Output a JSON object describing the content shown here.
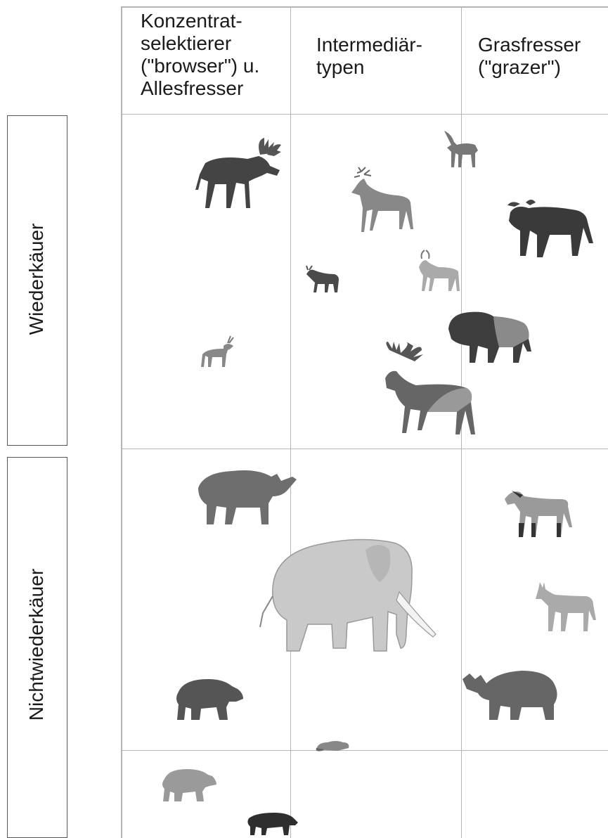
{
  "columns": [
    {
      "label_lines": [
        "Konzentrat-",
        "selektierer",
        "(\"browser\") u.",
        "Allesfresser"
      ]
    },
    {
      "label_lines": [
        "Intermediär-",
        "typen"
      ]
    },
    {
      "label_lines": [
        "Grasfresser",
        "(\"grazer\")"
      ]
    }
  ],
  "rows": [
    {
      "label": "Wiederkäuer"
    },
    {
      "label": "Nichtwiederkäuer"
    }
  ],
  "animals": [
    {
      "name": "moose",
      "icon": "moose-icon"
    },
    {
      "name": "ibex",
      "icon": "ibex-icon"
    },
    {
      "name": "red-deer",
      "icon": "red-deer-icon"
    },
    {
      "name": "aurochs",
      "icon": "aurochs-icon"
    },
    {
      "name": "roe-deer",
      "icon": "roe-deer-icon"
    },
    {
      "name": "fallow-deer",
      "icon": "fallow-deer-icon"
    },
    {
      "name": "bison",
      "icon": "bison-icon"
    },
    {
      "name": "saiga",
      "icon": "saiga-icon"
    },
    {
      "name": "giant-deer",
      "icon": "giant-deer-icon"
    },
    {
      "name": "forest-rhino",
      "icon": "rhino-icon"
    },
    {
      "name": "wild-horse",
      "icon": "horse-icon"
    },
    {
      "name": "forest-elephant",
      "icon": "elephant-icon"
    },
    {
      "name": "wild-ass",
      "icon": "ass-icon"
    },
    {
      "name": "cave-bear",
      "icon": "bear-icon"
    },
    {
      "name": "woolly-rhino",
      "icon": "woolly-rhino-icon"
    },
    {
      "name": "beaver",
      "icon": "beaver-icon"
    },
    {
      "name": "brown-bear",
      "icon": "bear-icon"
    },
    {
      "name": "wild-boar",
      "icon": "boar-icon"
    }
  ]
}
